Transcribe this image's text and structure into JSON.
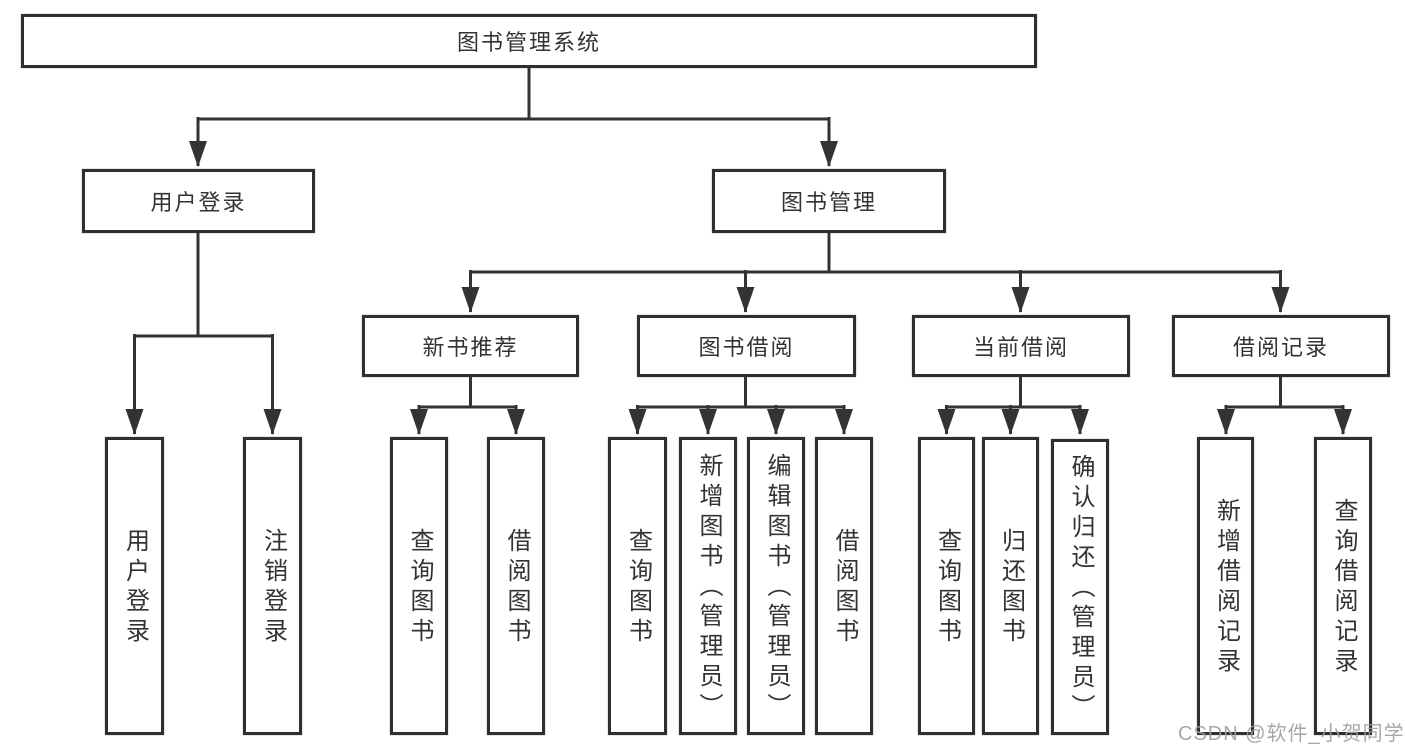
{
  "diagram": {
    "root_label": "图书管理系统",
    "branches": [
      {
        "label": "用户登录",
        "children": [
          {
            "label": "用户登录"
          },
          {
            "label": "注销登录"
          }
        ]
      },
      {
        "label": "图书管理",
        "children": [
          {
            "label": "新书推荐",
            "children": [
              {
                "label": "查询图书"
              },
              {
                "label": "借阅图书"
              }
            ]
          },
          {
            "label": "图书借阅",
            "children": [
              {
                "label": "查询图书"
              },
              {
                "label": "新增图书（管理员）"
              },
              {
                "label": "编辑图书（管理员）"
              },
              {
                "label": "借阅图书"
              }
            ]
          },
          {
            "label": "当前借阅",
            "children": [
              {
                "label": "查询图书"
              },
              {
                "label": "归还图书"
              },
              {
                "label": "确认归还（管理员）"
              }
            ]
          },
          {
            "label": "借阅记录",
            "children": [
              {
                "label": "新增借阅记录"
              },
              {
                "label": "查询借阅记录"
              }
            ]
          }
        ]
      }
    ],
    "line_color": "#333333",
    "box_border_color": "#2f2f2f",
    "background_color": "#ffffff"
  },
  "watermark": {
    "text": "CSDN @软件_小贺同学",
    "color": "#9e9e9e"
  }
}
